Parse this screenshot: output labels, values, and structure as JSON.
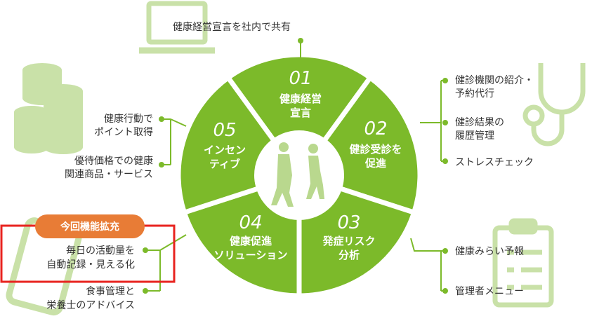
{
  "colors": {
    "segment": "#7cba2a",
    "icon": "#c9e1a8",
    "connector": "#7cba2a",
    "badge": "#e87c36",
    "highlight": "#e8231f",
    "text": "#333333"
  },
  "top_item": "健康経営宣言を社内で共有",
  "segments": [
    {
      "num": "01",
      "lines": [
        "健康経営",
        "宣言"
      ]
    },
    {
      "num": "02",
      "lines": [
        "健診受診を",
        "促進"
      ]
    },
    {
      "num": "03",
      "lines": [
        "発症リスク",
        "分析"
      ]
    },
    {
      "num": "04",
      "lines": [
        "健康促進",
        "ソリューション"
      ]
    },
    {
      "num": "05",
      "lines": [
        "インセン",
        "ティブ"
      ]
    }
  ],
  "right_items": [
    {
      "lines": [
        "健診機関の紹介・",
        "予約代行"
      ]
    },
    {
      "lines": [
        "健診結果の",
        "履歴管理"
      ]
    },
    {
      "lines": [
        "ストレスチェック"
      ]
    }
  ],
  "right_lower_items": [
    {
      "lines": [
        "健康みらい予報"
      ]
    },
    {
      "lines": [
        "管理者メニュー"
      ]
    }
  ],
  "left_items": [
    {
      "lines": [
        "健康行動で",
        "ポイント取得"
      ]
    },
    {
      "lines": [
        "優待価格での健康",
        "関連商品・サービス"
      ]
    }
  ],
  "left_lower_items": [
    {
      "lines": [
        "毎日の活動量を",
        "自動記録・見える化"
      ]
    },
    {
      "lines": [
        "食事管理と",
        "栄養士のアドバイス"
      ]
    }
  ],
  "badge": "今回機能拡充"
}
